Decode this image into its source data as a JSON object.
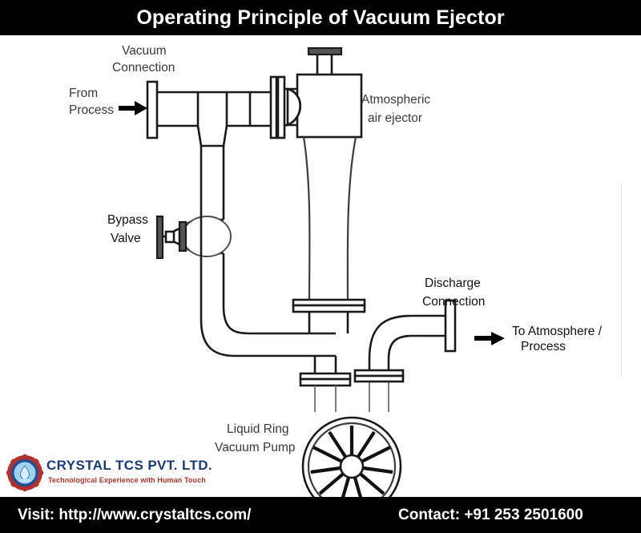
{
  "header": {
    "title": "Operating Principle of Vacuum Ejector"
  },
  "footer": {
    "visit_label": "Visit: http://www.crystaltcs.com/",
    "contact_label": "Contact: +91 253 2501600"
  },
  "branding": {
    "company_name": "CRYSTAL TCS PVT. LTD.",
    "tagline": "Technological Experience with Human Touch",
    "logo_icon": "gear-droplet-logo-icon",
    "colors": {
      "company_blue": "#1b3b78",
      "tagline_red": "#b3312c",
      "gear_red": "#b3312c",
      "inner_blue": "#9fd2ef",
      "bar_black": "#000000",
      "line_black": "#1a1a1a",
      "label_gray": "#3a3a3a"
    }
  },
  "diagram": {
    "type": "process-flow-schematic",
    "labels": {
      "vacuum_connection": "Vacuum\nConnection",
      "vacuum_connection_line1": "Vacuum",
      "vacuum_connection_line2": "Connection",
      "from_process_line1": "From",
      "from_process_line2": "Process",
      "atmospheric_ejector_line1": "Atmospheric",
      "atmospheric_ejector_line2": "air ejector",
      "bypass_valve_line1": "Bypass",
      "bypass_valve_line2": "Valve",
      "discharge_connection_line1": "Discharge",
      "discharge_connection_line2": "Connection",
      "to_atmosphere_line1": "To Atmosphere /",
      "to_atmosphere_line2": "Process",
      "pump_line1": "Liquid Ring",
      "pump_line2": "Vacuum Pump"
    },
    "components": [
      "inlet-flange",
      "horizontal-suction-header",
      "tee-branch",
      "reducer",
      "bypass-valve-globe-body",
      "bypass-valve-handwheel",
      "bypass-elbow",
      "atmospheric-air-ejector-body",
      "ejector-motive-nozzle",
      "ejector-top-stub-flange",
      "ejector-venturi-throat",
      "ejector-tailpipe-flange",
      "pump-inlet-flange",
      "liquid-ring-vacuum-pump",
      "pump-impeller",
      "pump-base",
      "discharge-elbow",
      "discharge-flange"
    ],
    "arrows": [
      {
        "name": "from-process-arrow",
        "direction": "right"
      },
      {
        "name": "to-atmosphere-arrow",
        "direction": "right"
      }
    ],
    "impeller_blade_count": 11
  }
}
